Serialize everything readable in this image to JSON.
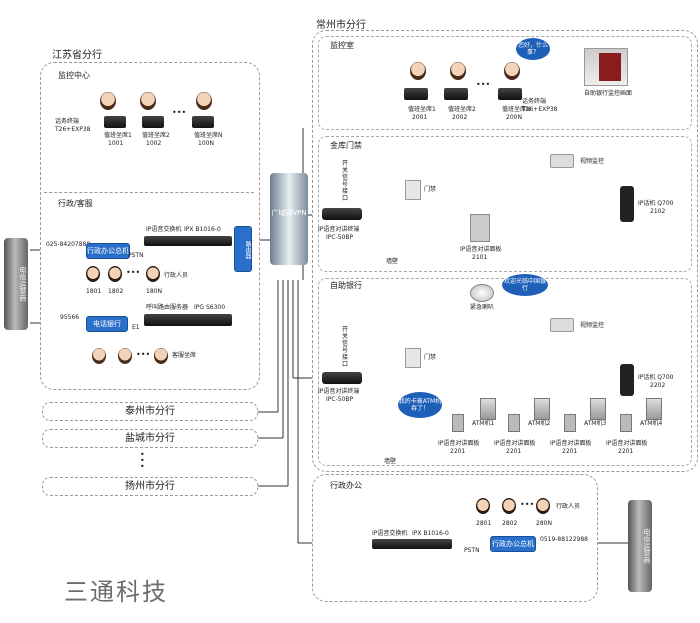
{
  "jiangsu": {
    "title": "江苏省分行",
    "monitor_center": {
      "title": "监控中心",
      "terminal_label": "话务终端",
      "terminal_model": "T26+EXP38",
      "seats": [
        {
          "label": "值班坐席1",
          "num": "1001"
        },
        {
          "label": "值班坐席2",
          "num": "1002"
        },
        {
          "label": "值班坐席N",
          "num": "100N"
        }
      ]
    },
    "admin": {
      "title": "行政/客服",
      "phone_number": "025-84207888",
      "pstn": "PSTN",
      "office_exchange": "行政办公总机",
      "ip_switch_label": "IP语音交换机",
      "ip_switch_model": "IPX B1016-0",
      "staff_label": "行政人员",
      "staff_nums": [
        "1801",
        "1802",
        "180N"
      ],
      "call_number": "95566",
      "call_bank": "电话银行",
      "e1": "E1",
      "router_label": "呼叫路由服务器",
      "router_model": "IPG S6300",
      "cs_label": "客服坐席",
      "route_device": "路由器"
    }
  },
  "carrier_left": "电信运营商",
  "carrier_right": "电信运营商",
  "vpn_label": "广域网VPN",
  "branches": [
    "泰州市分行",
    "盐城市分行",
    "扬州市分行"
  ],
  "changzhou": {
    "title": "常州市分行",
    "monitor_room": {
      "title": "监控室",
      "bubble": "您好，什么事？",
      "terminal_label": "话务终端",
      "terminal_model": "T26+EXP38",
      "seats": [
        {
          "label": "值班坐席1",
          "num": "2001"
        },
        {
          "label": "值班坐席2",
          "num": "2002"
        },
        {
          "label": "值班坐席N",
          "num": "200N"
        }
      ],
      "screen_label": "自助银行监控画面"
    },
    "vault": {
      "title": "金库门禁",
      "switch_label": [
        "开",
        "关",
        "信",
        "号",
        "接",
        "口"
      ],
      "video": "视频监控",
      "door": "门禁",
      "intercom_label": "IP语音对讲终端",
      "intercom_model": "IPC-50BP",
      "panel_label": "IP语音对讲面板",
      "panel_num": "2101",
      "phone_label": "IP话机 Q700",
      "phone_num": "2102",
      "wall": "墙壁"
    },
    "selfservice": {
      "title": "自助银行",
      "bubble": "欢迎光临中国银行",
      "speaker": "紧急喇叭",
      "switch_label": [
        "开",
        "关",
        "信",
        "号",
        "接",
        "口"
      ],
      "video": "视频监控",
      "door": "门禁",
      "intercom_label": "IP语音对讲终端",
      "intercom_model": "IPC-50BP",
      "atm_bubble": "我的卡被ATM机吞了！",
      "phone_label": "IP话机 Q700",
      "phone_num": "2202",
      "atms": [
        "ATM机1",
        "ATM机2",
        "ATM机3",
        "ATM机4"
      ],
      "panels": [
        {
          "label": "IP语音对讲面板",
          "num": "2201"
        },
        {
          "label": "IP语音对讲面板",
          "num": "2201"
        },
        {
          "label": "IP语音对讲面板",
          "num": "2201"
        },
        {
          "label": "IP语音对讲面板",
          "num": "2201"
        }
      ],
      "wall": "墙壁"
    },
    "office": {
      "title": "行政办公",
      "staff_label": "行政人员",
      "staff_nums": [
        "2801",
        "2802",
        "280N"
      ],
      "ip_switch_label": "IP语音交换机",
      "ip_switch_model": "IPX B1016-0",
      "pstn": "PSTN",
      "office_exchange": "行政办公总机",
      "phone_number": "0519-88122988"
    }
  },
  "brand": "三通科技",
  "colors": {
    "accent": "#2a6fc9",
    "line": "#333333"
  }
}
